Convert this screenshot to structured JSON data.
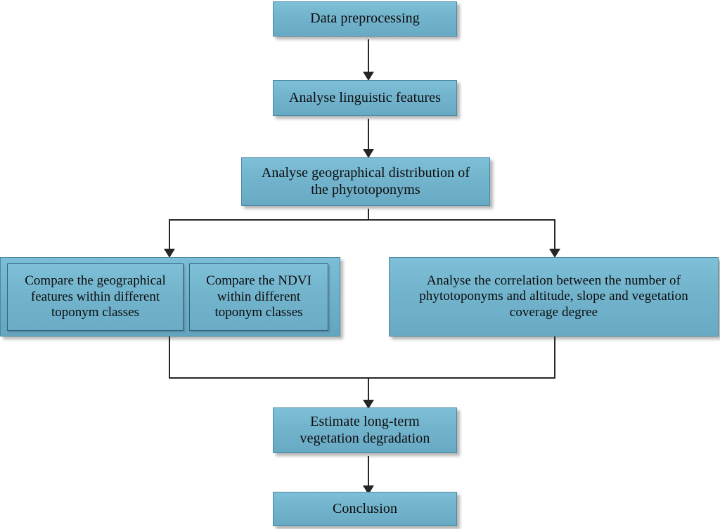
{
  "diagram": {
    "title": "Research workflow flowchart",
    "theme": {
      "box_fill": "#74b5ce",
      "box_border": "#4c89a2",
      "connector_color": "#262626",
      "background": "#ffffff",
      "text_color": "#0c0c0c"
    },
    "nodes": [
      {
        "id": "data-preprocessing",
        "label": "Data preprocessing"
      },
      {
        "id": "analyse-linguistic",
        "label": "Analyse linguistic features"
      },
      {
        "id": "analyse-geographic",
        "label": "Analyse geographical distribution of\nthe phytotoponyms"
      },
      {
        "id": "compare-geographical-features",
        "label": "Compare the geographical\nfeatures within different\ntoponym classes"
      },
      {
        "id": "compare-ndvi",
        "label": "Compare the NDVI\nwithin different\ntoponym classes"
      },
      {
        "id": "analyse-correlation",
        "label": "Analyse the correlation between the number of\nphytotoponyms and altitude, slope and vegetation\ncoverage degree"
      },
      {
        "id": "estimate-degradation",
        "label": "Estimate long-term\nvegetation degradation"
      },
      {
        "id": "conclusion",
        "label": "Conclusion"
      }
    ],
    "edges": [
      {
        "from": "data-preprocessing",
        "to": "analyse-linguistic"
      },
      {
        "from": "analyse-linguistic",
        "to": "analyse-geographic"
      },
      {
        "from": "analyse-geographic",
        "to": "compare-group"
      },
      {
        "from": "analyse-geographic",
        "to": "analyse-correlation"
      },
      {
        "from": "compare-group",
        "to": "estimate-degradation"
      },
      {
        "from": "analyse-correlation",
        "to": "estimate-degradation"
      },
      {
        "from": "estimate-degradation",
        "to": "conclusion"
      }
    ]
  }
}
